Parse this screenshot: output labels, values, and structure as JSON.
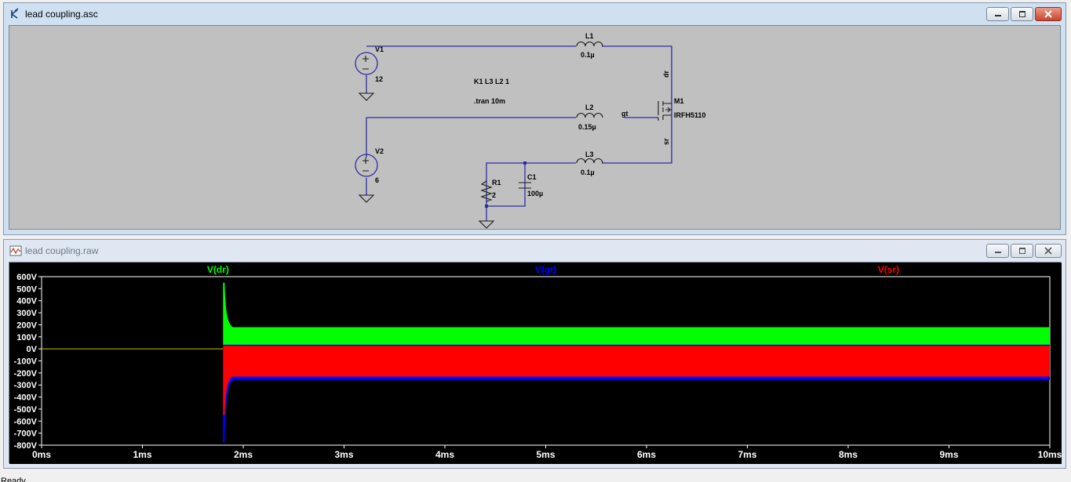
{
  "schematic_window": {
    "title": "lead coupling.asc",
    "icon": "ltspice-schematic-icon",
    "controls": [
      "minimize-icon",
      "maximize-icon",
      "close-icon"
    ],
    "labels": {
      "v1_name": "V1",
      "v1_value": "12",
      "v2_name": "V2",
      "v2_value": "6",
      "l1_name": "L1",
      "l1_value": "0.1µ",
      "l2_name": "L2",
      "l2_value": "0.15µ",
      "l3_name": "L3",
      "l3_value": "0.1µ",
      "m1_name": "M1",
      "m1_model": "IRFH5110",
      "c1_name": "C1",
      "c1_value": "100µ",
      "r1_name": "R1",
      "r1_value": "2",
      "net_gt": "gt",
      "net_dr": "dr",
      "net_sr": "sr",
      "directive_k": "K1 L3 L2  1",
      "directive_tran": ".tran 10m"
    }
  },
  "waveform_window": {
    "title": "lead coupling.raw",
    "icon": "waveform-icon",
    "controls": [
      "minimize-icon",
      "maximize-icon",
      "close-icon"
    ],
    "colors": {
      "background": "#000000",
      "axis": "#ffffff",
      "pre_trace": "#c8c800",
      "dr": "#00ff00",
      "gt": "#0000ff",
      "sr": "#ff0000"
    }
  },
  "chart_data": {
    "type": "line",
    "series": [
      {
        "name": "V(dr)",
        "color": "#00ff00"
      },
      {
        "name": "V(gt)",
        "color": "#0000ff"
      },
      {
        "name": "V(sr)",
        "color": "#ff0000"
      }
    ],
    "x_unit": "ms",
    "y_unit": "V",
    "xlim": [
      0,
      10
    ],
    "ylim": [
      -800,
      600
    ],
    "x_ticks": [
      "0ms",
      "1ms",
      "2ms",
      "3ms",
      "4ms",
      "5ms",
      "6ms",
      "7ms",
      "8ms",
      "9ms",
      "10ms"
    ],
    "y_ticks": [
      "600V",
      "500V",
      "400V",
      "300V",
      "200V",
      "100V",
      "0V",
      "-100V",
      "-200V",
      "-300V",
      "-400V",
      "-500V",
      "-600V",
      "-700V",
      "-800V"
    ],
    "grid": false,
    "initial_value_V": 0,
    "switch_time_ms": 1.8,
    "peaks_V": {
      "dr_max": 550,
      "gt_min": -780,
      "sr_min": -550
    },
    "steady_bands_V": {
      "dr": [
        30,
        180
      ],
      "sr": [
        -230,
        30
      ],
      "gt": [
        -260,
        -220
      ]
    }
  },
  "status_bar": {
    "text": "Ready"
  }
}
